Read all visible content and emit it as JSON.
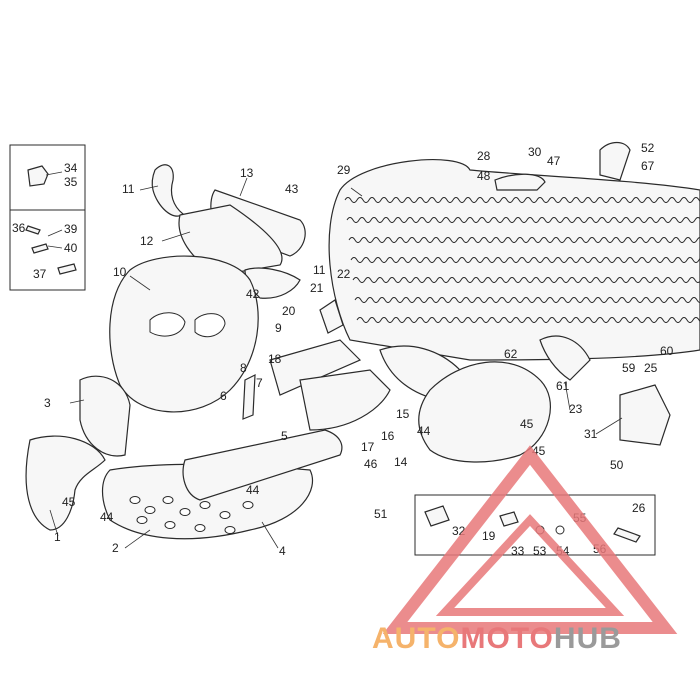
{
  "diagram": {
    "callouts": [
      {
        "id": "c34",
        "label": "34"
      },
      {
        "id": "c35",
        "label": "35"
      },
      {
        "id": "c36",
        "label": "36"
      },
      {
        "id": "c39",
        "label": "39"
      },
      {
        "id": "c40",
        "label": "40"
      },
      {
        "id": "c37",
        "label": "37"
      },
      {
        "id": "c11a",
        "label": "11"
      },
      {
        "id": "c13",
        "label": "13"
      },
      {
        "id": "c43",
        "label": "43"
      },
      {
        "id": "c12",
        "label": "12"
      },
      {
        "id": "c10",
        "label": "10"
      },
      {
        "id": "c42",
        "label": "42"
      },
      {
        "id": "c11b",
        "label": "11"
      },
      {
        "id": "c21",
        "label": "21"
      },
      {
        "id": "c20",
        "label": "20"
      },
      {
        "id": "c9",
        "label": "9"
      },
      {
        "id": "c22",
        "label": "22"
      },
      {
        "id": "c29",
        "label": "29"
      },
      {
        "id": "c28",
        "label": "28"
      },
      {
        "id": "c30",
        "label": "30"
      },
      {
        "id": "c48",
        "label": "48"
      },
      {
        "id": "c47",
        "label": "47"
      },
      {
        "id": "c52",
        "label": "52"
      },
      {
        "id": "c67",
        "label": "67"
      },
      {
        "id": "c62",
        "label": "62"
      },
      {
        "id": "c60",
        "label": "60"
      },
      {
        "id": "c59",
        "label": "59"
      },
      {
        "id": "c25",
        "label": "25"
      },
      {
        "id": "c61",
        "label": "61"
      },
      {
        "id": "c23",
        "label": "23"
      },
      {
        "id": "c18",
        "label": "18"
      },
      {
        "id": "c8",
        "label": "8"
      },
      {
        "id": "c7",
        "label": "7"
      },
      {
        "id": "c6",
        "label": "6"
      },
      {
        "id": "c3",
        "label": "3"
      },
      {
        "id": "c5",
        "label": "5"
      },
      {
        "id": "c15",
        "label": "15"
      },
      {
        "id": "c44a",
        "label": "44"
      },
      {
        "id": "c16",
        "label": "16"
      },
      {
        "id": "c17",
        "label": "17"
      },
      {
        "id": "c46",
        "label": "46"
      },
      {
        "id": "c14",
        "label": "14"
      },
      {
        "id": "c45a",
        "label": "45"
      },
      {
        "id": "c45b",
        "label": "45"
      },
      {
        "id": "c31",
        "label": "31"
      },
      {
        "id": "c50",
        "label": "50"
      },
      {
        "id": "c45c",
        "label": "45"
      },
      {
        "id": "c44b",
        "label": "44"
      },
      {
        "id": "c44c",
        "label": "44"
      },
      {
        "id": "c1",
        "label": "1"
      },
      {
        "id": "c2",
        "label": "2"
      },
      {
        "id": "c4",
        "label": "4"
      },
      {
        "id": "c51",
        "label": "51"
      },
      {
        "id": "c32",
        "label": "32"
      },
      {
        "id": "c19",
        "label": "19"
      },
      {
        "id": "c33",
        "label": "33"
      },
      {
        "id": "c53",
        "label": "53"
      },
      {
        "id": "c54",
        "label": "54"
      },
      {
        "id": "c55",
        "label": "55"
      },
      {
        "id": "c56",
        "label": "56"
      },
      {
        "id": "c26",
        "label": "26"
      }
    ]
  },
  "watermark": {
    "part1": "AUTO",
    "part2": "MOTO",
    "part3": "HUB",
    "color_orange": "#f5b36b",
    "color_red": "#e8787a",
    "color_gray": "#9a9a9a"
  }
}
